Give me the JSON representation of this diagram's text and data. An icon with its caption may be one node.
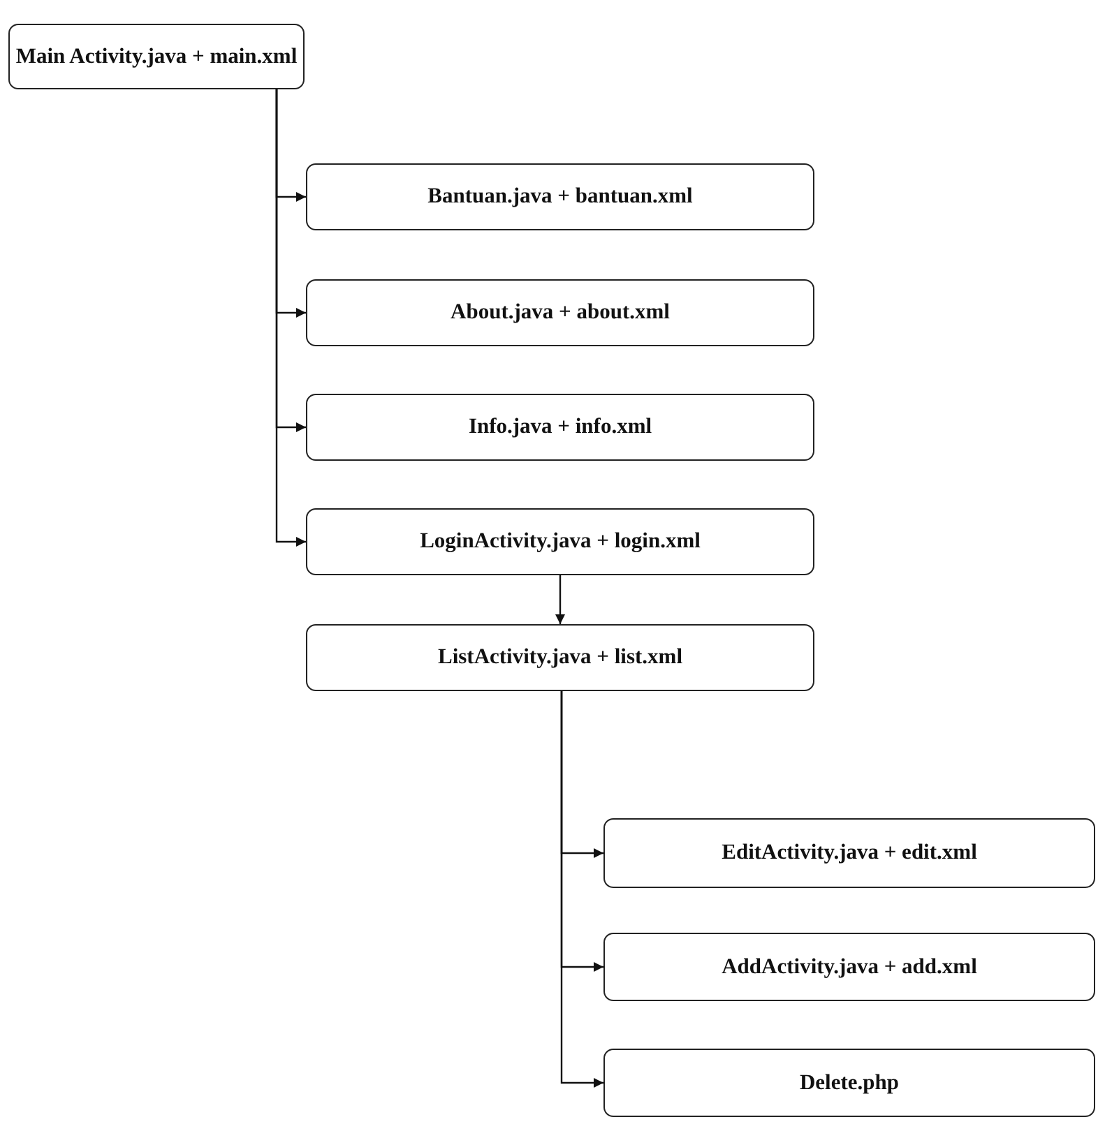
{
  "diagram": {
    "nodes": [
      {
        "text": [
          "Main Activity.java + main.xml"
        ]
      },
      {
        "text": [
          "Bantuan.java + bantuan.xml"
        ]
      },
      {
        "text": [
          "About.java + about.xml"
        ]
      },
      {
        "text": [
          "Info.java + info.xml"
        ]
      },
      {
        "text": [
          "LoginActivity.java + login.xml"
        ]
      },
      {
        "text": [
          "ListActivity.java + list.xml"
        ]
      },
      {
        "text": [
          "EditActivity.java + edit.xml"
        ]
      },
      {
        "text": [
          "AddActivity.java + add.xml"
        ]
      },
      {
        "text": [
          "Delete.php"
        ]
      }
    ],
    "edges": [
      {
        "from": 0,
        "to": 1,
        "arrow": "to"
      },
      {
        "from": 0,
        "to": 2,
        "arrow": "to"
      },
      {
        "from": 0,
        "to": 3,
        "arrow": "to"
      },
      {
        "from": 0,
        "to": 4,
        "arrow": "to"
      },
      {
        "from": 4,
        "to": 5,
        "arrow": "to"
      },
      {
        "from": 5,
        "to": 6,
        "arrow": "to"
      },
      {
        "from": 5,
        "to": 7,
        "arrow": "to"
      },
      {
        "from": 5,
        "to": 8,
        "arrow": "to"
      }
    ]
  }
}
